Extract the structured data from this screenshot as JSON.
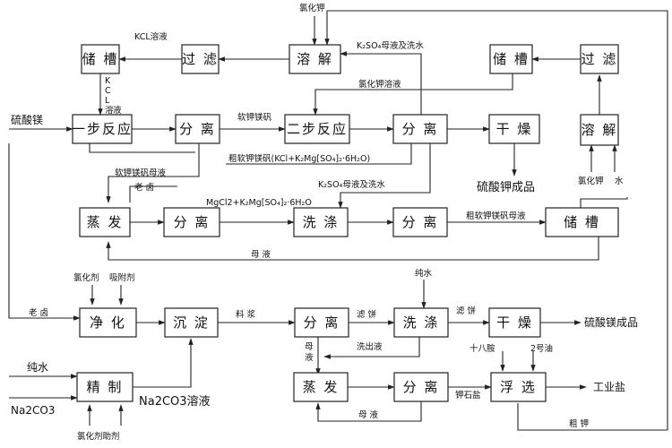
{
  "boxes": {
    "storage_tank_top_left": "储 槽",
    "filter_top_left": "过 滤",
    "dissolve_top": "溶 解",
    "storage_tank_top_right": "储 槽",
    "filter_top_right": "过 滤",
    "step1_reaction": "一步反应",
    "separate_1": "分 离",
    "step2_reaction": "二步反应",
    "separate_2": "分 离",
    "dry_1": "干 燥",
    "dissolve_right": "溶 解",
    "evaporate_1": "蒸 发",
    "separate_3": "分 离",
    "wash_1": "洗 涤",
    "separate_4": "分 离",
    "storage_tank_mid": "储 槽",
    "purify": "净 化",
    "precipitate": "沉 淀",
    "separate_5": "分 离",
    "wash_2": "洗 涤",
    "dry_2": "干 燥",
    "refine": "精 制",
    "evaporate_2": "蒸 发",
    "separate_6": "分 离",
    "flotation": "浮 选"
  },
  "labels": {
    "kcl_top": "氯化钾",
    "kcl_solution": "KCL溶液",
    "k2so4_mother_wash_top": "K₂SO₄母液及洗水",
    "kcl_vertical": [
      "K",
      "C",
      "L",
      "溶",
      "液"
    ],
    "kcl_solution_2": "氯化钾溶液",
    "magnesium_sulfate_in": "硫酸镁",
    "picromerite": "软钾镁矾",
    "picromerite_mother": "软钾镁矾母液",
    "crude_picromerite": "粗软钾镁矾(KCl+K₂Mg[SO₄]₂·6H₂O)",
    "old_brine_1": "老  卤",
    "mgcl2_mix": "MgCl2+K₂Mg[SO₄]₂·6H₂O",
    "k2so4_mother_wash_mid": "K₂SO₄母液及洗水",
    "crude_mother": "粗软钾镁矾母液",
    "potassium_sulfate_product": "硫酸钾成品",
    "kcl_in_right": "氯化钾",
    "water_in_right": "水",
    "mother_liquor_1": "母   液",
    "chlorinating_agent": "氯化剂",
    "adsorbent": "吸附剂",
    "old_brine_2": "老  卤",
    "slurry": "料   浆",
    "filter_cake_1": "滤   饼",
    "pure_water_1": "纯水",
    "filter_cake_2": "滤   饼",
    "magnesium_sulfate_product": "硫酸镁成品",
    "mother_vertical": [
      "母",
      "液"
    ],
    "wash_out_liquid": "洗出液",
    "octadecylamine": "十八胺",
    "no2_oil": "2号油",
    "pure_water_2": "纯水",
    "na2co3_in": "Na2CO3",
    "na2co3_solution": "Na2CO3溶液",
    "sylvite_salt": "钾石盐",
    "industrial_salt": "工业盐",
    "chlorinating_aid": "氯化剂助剂",
    "mother_liquor_2": "母   液",
    "crude_potassium": "粗      钾"
  }
}
